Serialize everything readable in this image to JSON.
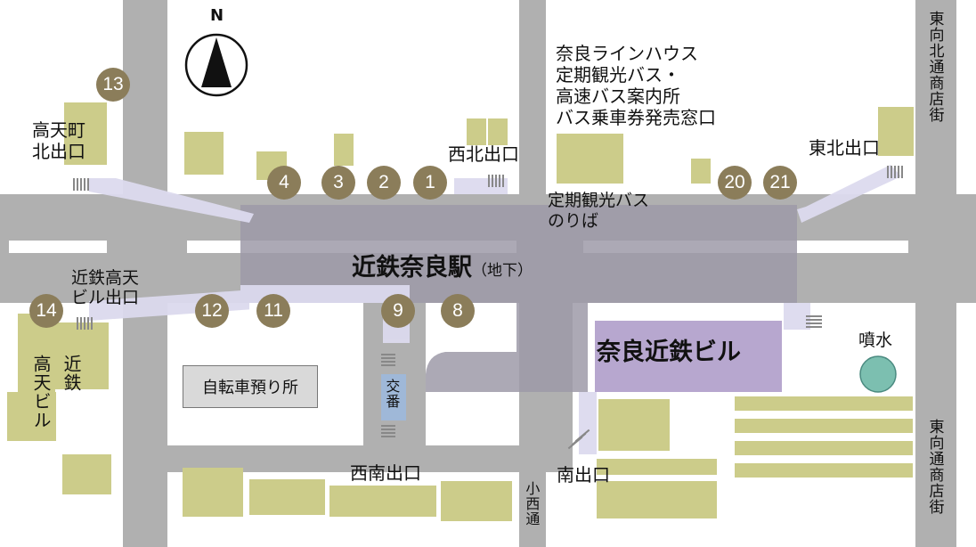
{
  "compass_label": "N",
  "station": {
    "name": "近鉄奈良駅",
    "suffix": "（地下）"
  },
  "buildings": {
    "nara_kintetsu": "奈良近鉄ビル",
    "bicycle_parking": "自転車預り所",
    "koban": "交番",
    "fountain": "噴水"
  },
  "info_center": "奈良ラインハウス\n定期観光バス・\n高速バス案内所\nバス乗車券発売窓口",
  "bus_stop": "定期観光バス\nのりば",
  "exits_named": {
    "takabatake_north": "高天町\n北出口",
    "northwest": "西北出口",
    "northeast": "東北出口",
    "kintetsu_takama_bldg": "近鉄高天\nビル出口",
    "southwest": "西南出口",
    "south": "南出口"
  },
  "kintetsu_takama_building": [
    "近鉄",
    "高天ビル"
  ],
  "streets": {
    "higashimuki_north": "東向北通商店街",
    "higashimuki": "東向通商店街",
    "konishi": "小西通"
  },
  "exit_numbers": [
    "13",
    "4",
    "3",
    "2",
    "1",
    "20",
    "21",
    "14",
    "12",
    "11",
    "9",
    "8"
  ],
  "colors": {
    "building": "#cccc8a",
    "road": "#b0b0b0",
    "concourse": "#9d9aa8",
    "passage": "#dcdaee",
    "exit_badge": "#8b7d5a",
    "highlight_building": "#b7a7cf",
    "fountain": "#7cbfb0",
    "koban": "#9fb8d8"
  }
}
